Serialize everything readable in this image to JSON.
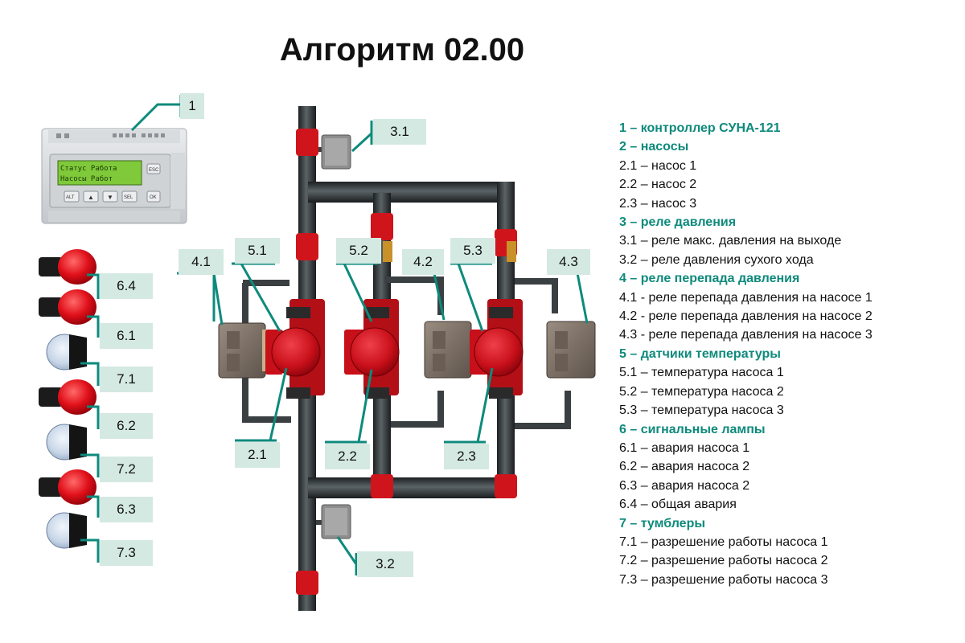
{
  "title": "Алгоритм 02.00",
  "controller": {
    "lcd_line1": "Статус  Работа",
    "lcd_line2": "Насосы  Работ",
    "buttons": {
      "esc": "ESC",
      "alt": "ALT",
      "sel": "SEL",
      "ok": "OK"
    }
  },
  "tags": {
    "t1": "1",
    "t31": "3.1",
    "t32": "3.2",
    "t41": "4.1",
    "t42": "4.2",
    "t43": "4.3",
    "t51": "5.1",
    "t52": "5.2",
    "t53": "5.3",
    "t21": "2.1",
    "t22": "2.2",
    "t23": "2.3",
    "t64": "6.4",
    "t61": "6.1",
    "t71": "7.1",
    "t62": "6.2",
    "t72": "7.2",
    "t63": "6.3",
    "t73": "7.3"
  },
  "legend": [
    {
      "text": "1 – контроллер СУНА-121",
      "header": true
    },
    {
      "text": "2 – насосы",
      "header": true
    },
    {
      "text": "2.1 – насос 1",
      "header": false
    },
    {
      "text": "2.2 – насос 2",
      "header": false
    },
    {
      "text": "2.3 – насос 3",
      "header": false
    },
    {
      "text": "3 – реле давления",
      "header": true
    },
    {
      "text": "3.1 – реле макс. давления на выходе",
      "header": false
    },
    {
      "text": "3.2 – реле давления сухого хода",
      "header": false
    },
    {
      "text": "4 – реле перепада давления",
      "header": true
    },
    {
      "text": "4.1 - реле перепада давления на насосе 1",
      "header": false
    },
    {
      "text": "4.2 - реле перепада давления на насосе 2",
      "header": false
    },
    {
      "text": "4.3 - реле перепада давления на насосе 3",
      "header": false
    },
    {
      "text": "5 – датчики температуры",
      "header": true
    },
    {
      "text": "5.1 – температура насоса 1",
      "header": false
    },
    {
      "text": "5.2 – температура насоса 2",
      "header": false
    },
    {
      "text": "5.3 – температура насоса 3",
      "header": false
    },
    {
      "text": "6 – сигнальные лампы",
      "header": true
    },
    {
      "text": "6.1 – авария насоса 1",
      "header": false
    },
    {
      "text": "6.2 – авария насоса 2",
      "header": false
    },
    {
      "text": "6.3 – авария насоса 2",
      "header": false
    },
    {
      "text": "6.4 – общая авария",
      "header": false
    },
    {
      "text": "7 – тумблеры",
      "header": true
    },
    {
      "text": "7.1 – разрешение работы насоса 1",
      "header": false
    },
    {
      "text": "7.2 – разрешение работы насоса 2",
      "header": false
    },
    {
      "text": "7.3 – разрешение работы насоса 3",
      "header": false
    }
  ],
  "colors": {
    "accent": "#0e8a7c",
    "tag_bg": "#d4e9e2",
    "pump_red": "#d0141c",
    "pipe": "#2f3436"
  }
}
